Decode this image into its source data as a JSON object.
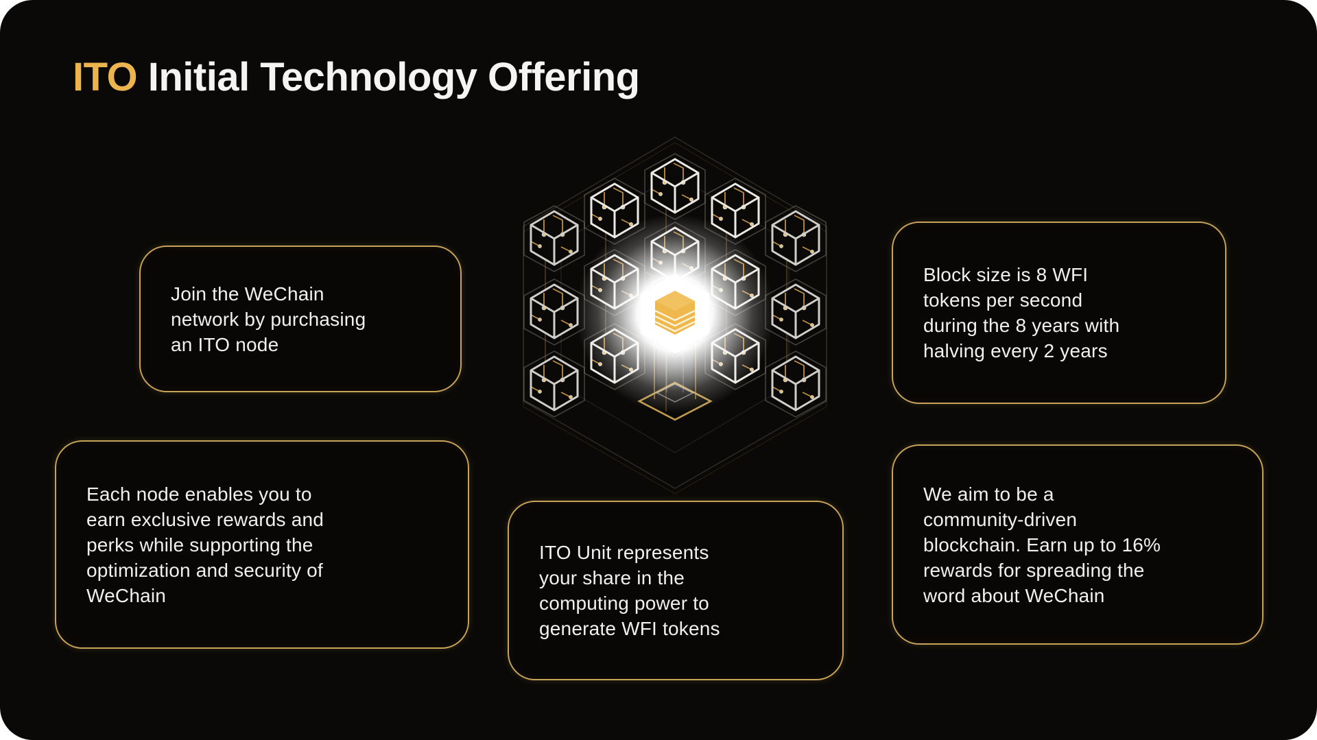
{
  "title": {
    "highlight": "ITO",
    "rest": " Initial Technology Offering"
  },
  "cards": [
    {
      "id": "join-network",
      "text": "Join the WeChain\nnetwork by purchasing\nan ITO node"
    },
    {
      "id": "block-size",
      "text": "Block size is 8 WFI\ntokens per second\nduring the 8 years with\nhalving every 2 years"
    },
    {
      "id": "node-rewards",
      "text": "Each node enables you to\nearn exclusive rewards and\nperks while supporting the\noptimization and security of\nWeChain"
    },
    {
      "id": "ito-unit",
      "text": "ITO Unit represents\nyour share in the\ncomputing power to\ngenerate WFI tokens"
    },
    {
      "id": "community-driven",
      "text": "We aim to be a\ncommunity-driven\nblockchain. Earn up to 16%\nrewards for spreading the\nword about WeChain"
    }
  ],
  "illustration": {
    "name": "blockchain-cube-network",
    "center_icon": "stacked-layers-block",
    "description_elements": [
      "wireframe-cubes",
      "hexagon-outlines",
      "center-glow",
      "gold-diamond-base"
    ]
  },
  "colors": {
    "page_background": "#FFFFFF",
    "card_background": "#0A0907",
    "accent_gold": "#ECB44E",
    "border_gold": "#C8A458",
    "circuit_gold": "#C09143",
    "text_white": "#F1F0EE",
    "glow_white": "#FFFFFF"
  }
}
